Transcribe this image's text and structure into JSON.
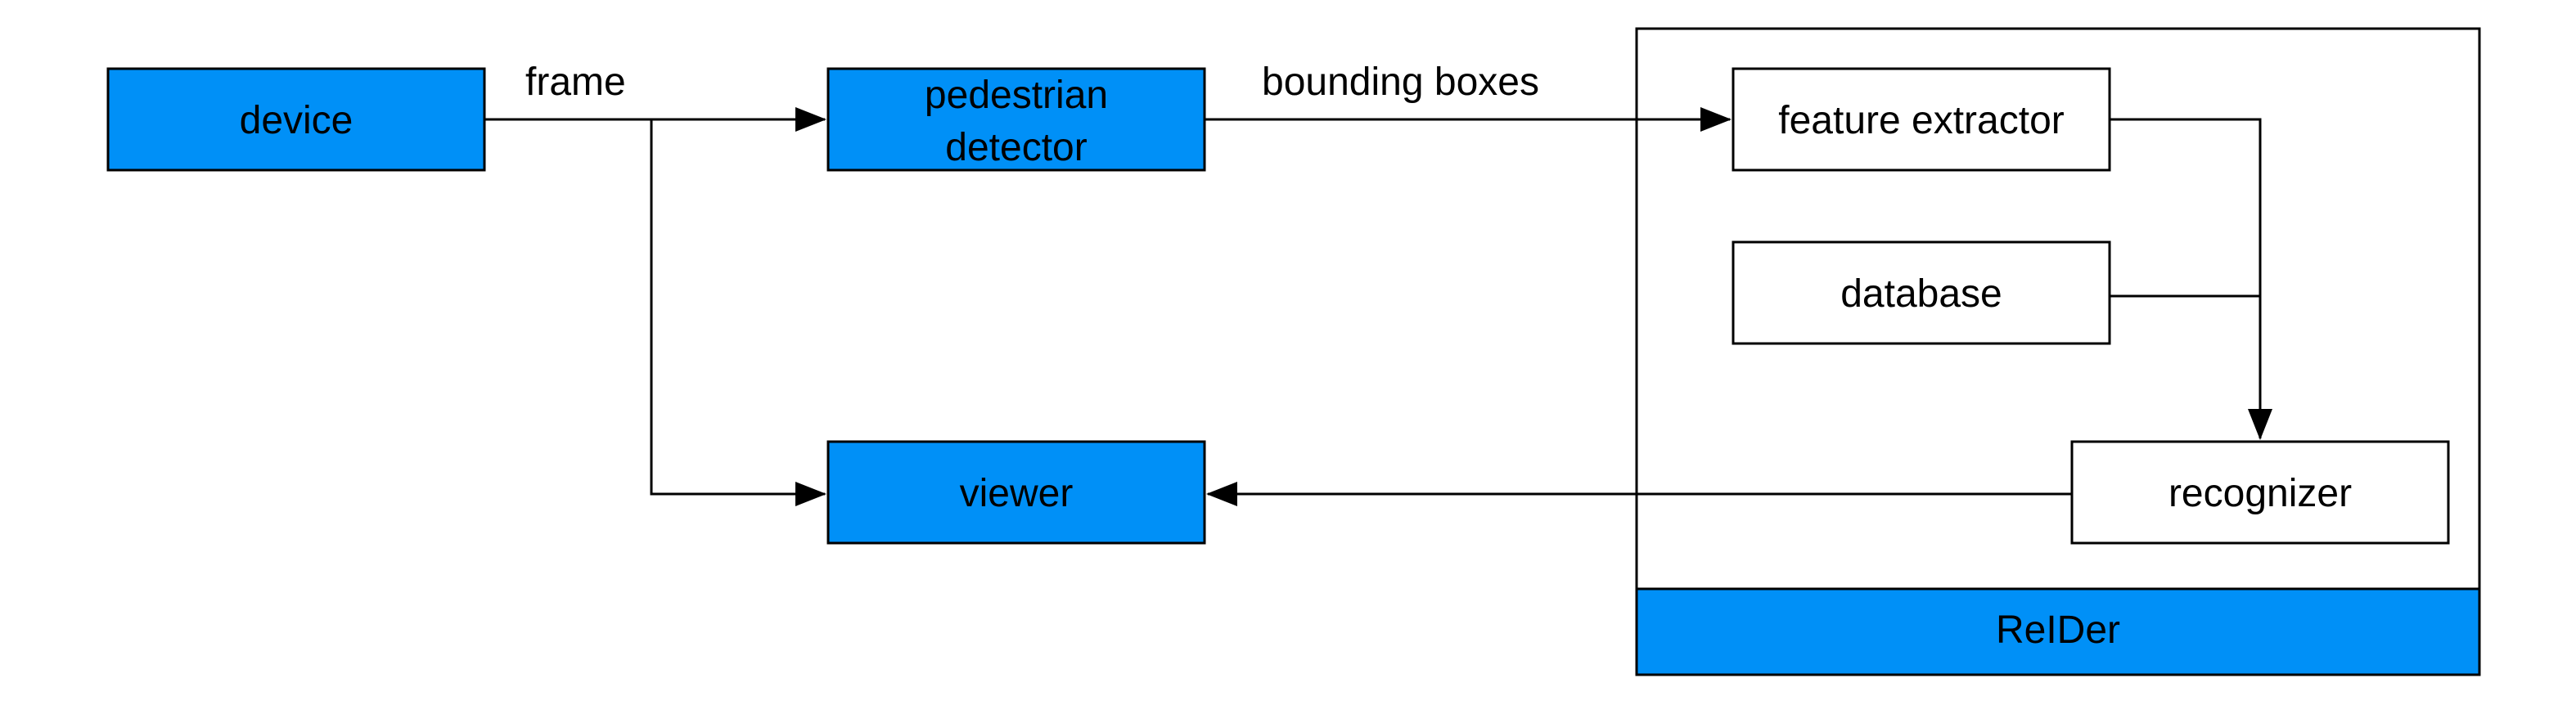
{
  "colors": {
    "accent": "#0090f7",
    "box_fill_white": "#ffffff",
    "line": "#000000"
  },
  "nodes": {
    "device": "device",
    "pedestrian_detector_line1": "pedestrian",
    "pedestrian_detector_line2": "detector",
    "viewer": "viewer",
    "feature_extractor": "feature extractor",
    "database": "database",
    "recognizer": "recognizer",
    "reider": "ReIDer"
  },
  "edges": {
    "frame": "frame",
    "bounding_boxes": "bounding boxes"
  }
}
